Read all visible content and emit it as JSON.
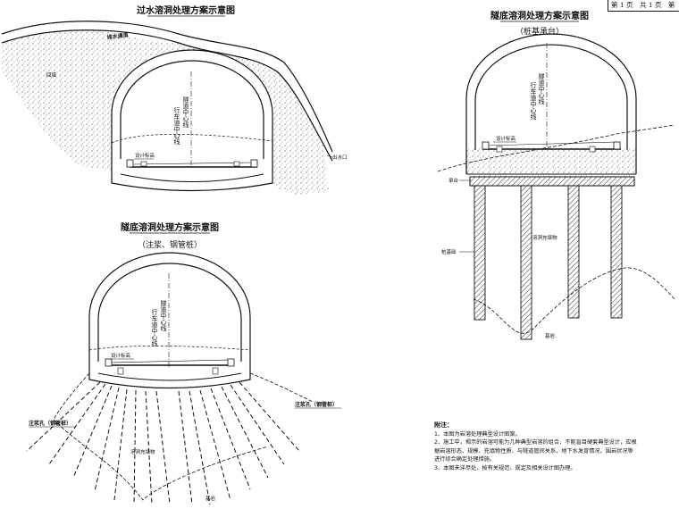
{
  "page_info": {
    "page": "第 1 页",
    "total": "共 1 页",
    "extra": "第"
  },
  "diagram1": {
    "title": "过水溶洞处理方案示意图",
    "label_drain": "排水通道",
    "label_fill": "回填",
    "label_design_elev": "设计标高",
    "centerline_a": "隧道中心线",
    "centerline_b": "行车道中心线",
    "label_outlet": "出水口"
  },
  "diagram2": {
    "title": "隧底溶洞处理方案示意图",
    "subtitle": "（桩基承台）",
    "label_design_elev": "设计标高",
    "centerline_a": "隧道中心线",
    "centerline_b": "行车道中心线",
    "label_cap": "承台",
    "label_pile": "桩基础",
    "label_fill": "溶洞充填物",
    "label_base": "基岩"
  },
  "diagram3": {
    "title": "隧底溶洞处理方案示意图",
    "subtitle": "（注浆、钢管桩）",
    "label_design_elev": "设计标高",
    "centerline_a": "隧道中心线",
    "centerline_b": "行车道中心线",
    "label_grout_left": "注浆孔（钢管桩）",
    "label_grout_right": "注浆孔（钢管桩）",
    "label_fill": "溶洞充填物",
    "label_base": "基岩"
  },
  "notes": {
    "title": "附注：",
    "items": [
      "1、本图为岩溶处理典型设计图案。",
      "2、施工中，揭示的岩溶可能为几种典型岩溶的组合，不能盲目硬套典型设计，应根",
      "据岩溶形态、规模、充填物性质、与隧道管间关系、地下水发育情况、围岩状况等",
      "进行综合确定处理措施。",
      "3、本图未详尽处，按有关规范、规定及相关设计图办理。"
    ]
  }
}
